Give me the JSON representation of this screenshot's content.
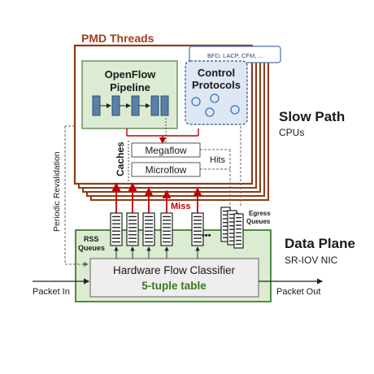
{
  "pmd": {
    "title": "PMD Threads"
  },
  "badge": {
    "label": "BFD, LACP, CFM, ..."
  },
  "openflow": {
    "line1": "OpenFlow",
    "line2": "Pipeline"
  },
  "control": {
    "line1": "Control",
    "line2": "Protocols"
  },
  "caches": {
    "label": "Caches",
    "megaflow": "Megaflow",
    "microflow": "Microflow",
    "hits": "Hits"
  },
  "slow_path": {
    "title": "Slow Path",
    "subtitle": "CPUs"
  },
  "data_plane": {
    "title": "Data Plane",
    "subtitle": "SR-IOV NIC"
  },
  "miss": {
    "label": "Miss"
  },
  "egress": {
    "line1": "Egress",
    "line2": "Queues"
  },
  "rss": {
    "line1": "RSS",
    "line2": "Queues",
    "ellipsis": "•••"
  },
  "classifier": {
    "title": "Hardware Flow Classifier",
    "subtitle": "5-tuple table"
  },
  "revalidation": {
    "label": "Periodic Revalidation"
  },
  "io": {
    "packet_in": "Packet In",
    "packet_out": "Packet Out"
  },
  "colors": {
    "pmd_border": "#8b3a1a",
    "pmd_title": "#a0401c",
    "green_fill": "#dcecd2",
    "blue_fill": "#dde8f4",
    "miss_red": "#c00000",
    "tuple_green": "#3a7a1a"
  }
}
